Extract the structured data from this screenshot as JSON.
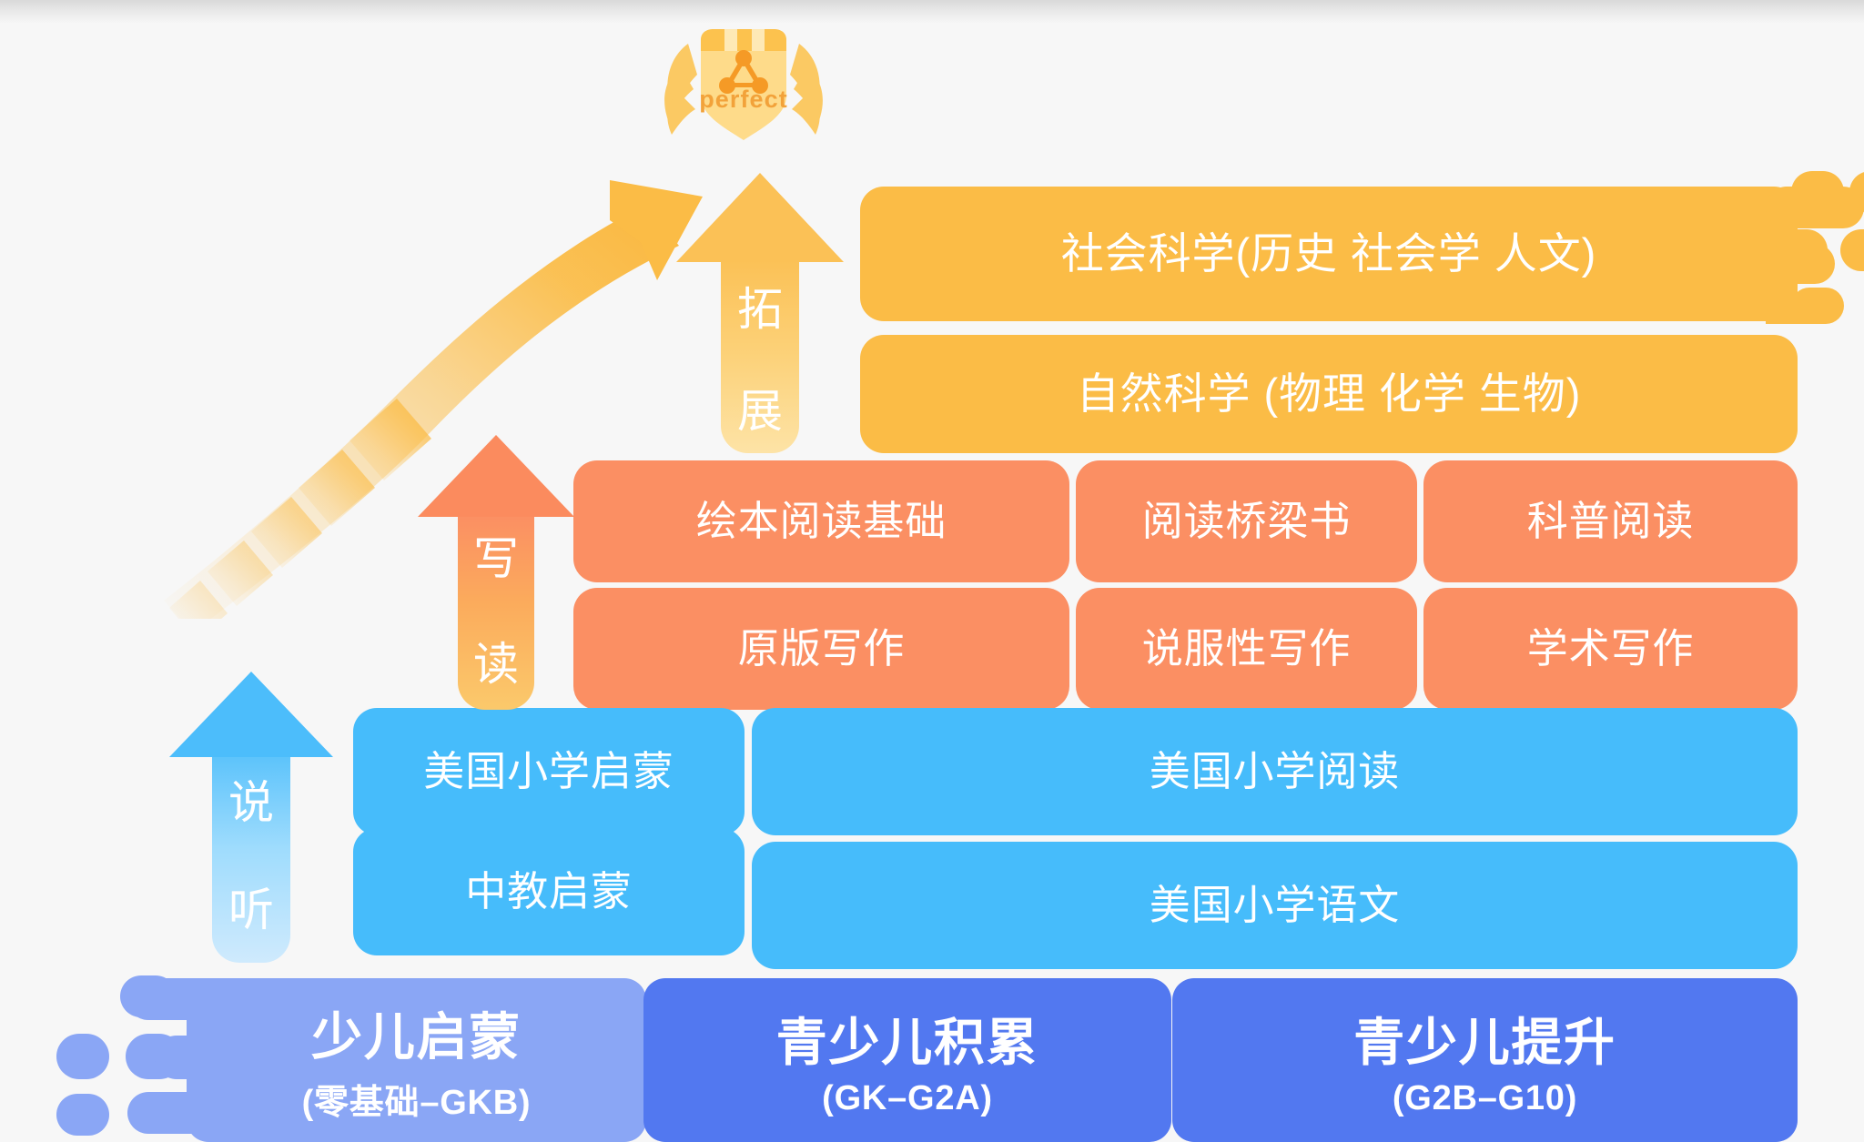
{
  "diagram": {
    "title_badge": {
      "label": "perfect",
      "icon": "triangle-nodes-icon",
      "wreath": "laurel-wreath-icon"
    },
    "colors": {
      "amber": "#fbbc46",
      "amber_light": "#fdd07e",
      "coral": "#fb8f63",
      "coral_deep": "#f98a5e",
      "sky": "#46bcfb",
      "sky_light": "#b9e3fb",
      "periwinkle": "#8aa6f5",
      "royal": "#5278f0",
      "background": "#f7f7f7"
    },
    "growth_arrow": {
      "name": "curved-growth-arrow",
      "direction": "up-right"
    },
    "skill_arrows": [
      {
        "id": "listen-speak",
        "top_label": "说",
        "bottom_label": "听",
        "color_top": "#46bcfb",
        "color_bottom": "#cfeafd"
      },
      {
        "id": "read-write",
        "top_label": "写",
        "bottom_label": "读",
        "color_top": "#fb8f63",
        "color_bottom": "#fbc96b"
      },
      {
        "id": "expand",
        "top_label": "拓",
        "bottom_label": "展",
        "color_top": "#fbc156",
        "color_bottom": "#fde3a6"
      }
    ],
    "tiers": [
      {
        "id": "extension",
        "color": "amber",
        "rows": [
          {
            "id": "social-science",
            "items": [
              {
                "label": "社会科学(历史 社会学 人文)",
                "span": "full"
              }
            ]
          },
          {
            "id": "natural-science",
            "items": [
              {
                "label": "自然科学 (物理 化学 生物)",
                "span": "full"
              }
            ]
          }
        ]
      },
      {
        "id": "read-write",
        "color": "coral",
        "rows": [
          {
            "id": "reading",
            "items": [
              {
                "label": "绘本阅读基础"
              },
              {
                "label": "阅读桥梁书"
              },
              {
                "label": "科普阅读"
              }
            ]
          },
          {
            "id": "writing",
            "items": [
              {
                "label": "原版写作"
              },
              {
                "label": "说服性写作"
              },
              {
                "label": "学术写作"
              }
            ]
          }
        ]
      },
      {
        "id": "foundation",
        "color": "sky",
        "left_column": [
          {
            "label": "美国小学启蒙"
          },
          {
            "label": "中教启蒙"
          }
        ],
        "right_column": [
          {
            "label": "美国小学阅读"
          },
          {
            "label": "美国小学语文"
          }
        ]
      }
    ],
    "stages": [
      {
        "id": "stage-children",
        "title": "少儿启蒙",
        "subtitle": "(零基础–GKB)",
        "color": "#8aa6f5"
      },
      {
        "id": "stage-youth-build",
        "title": "青少儿积累",
        "subtitle": "(GK–G2A)",
        "color": "#5278f0"
      },
      {
        "id": "stage-youth-boost",
        "title": "青少儿提升",
        "subtitle": "(G2B–G10)",
        "color": "#5278f0"
      }
    ],
    "decor": {
      "top_right_dots": "amber-dot-comb",
      "bottom_left_dots": "periwinkle-dot-comb"
    }
  }
}
